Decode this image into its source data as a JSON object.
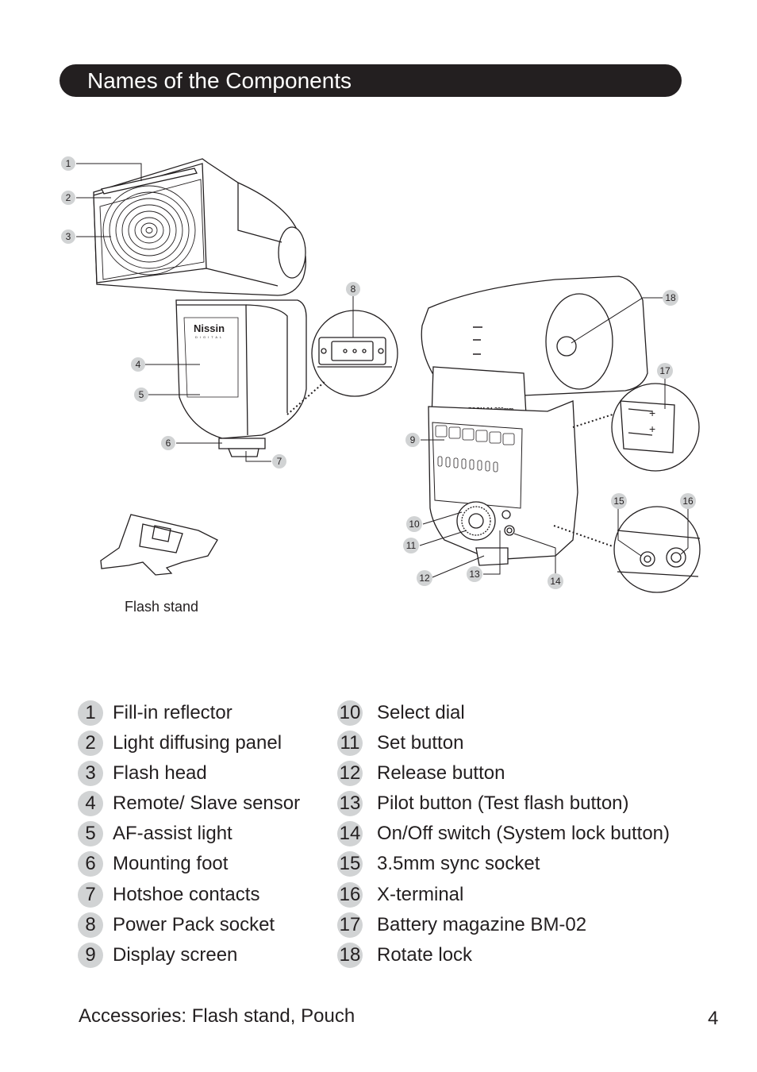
{
  "title": "Names of the Components",
  "diagram": {
    "brand_text": "Nissin",
    "brand_sub": "DIGITAL",
    "zoom_text": "ZOOM 24-200mm",
    "callouts": [
      "1",
      "2",
      "3",
      "4",
      "5",
      "6",
      "7",
      "8",
      "9",
      "10",
      "11",
      "12",
      "13",
      "14",
      "15",
      "16",
      "17",
      "18"
    ],
    "stand_label": "Flash stand"
  },
  "components_left": [
    {
      "num": "1",
      "label": "Fill-in reflector"
    },
    {
      "num": "2",
      "label": "Light diffusing panel"
    },
    {
      "num": "3",
      "label": "Flash head"
    },
    {
      "num": "4",
      "label": "Remote/ Slave sensor"
    },
    {
      "num": "5",
      "label": "AF-assist light"
    },
    {
      "num": "6",
      "label": "Mounting foot"
    },
    {
      "num": "7",
      "label": "Hotshoe contacts"
    },
    {
      "num": "8",
      "label": "Power Pack socket"
    },
    {
      "num": "9",
      "label": "Display screen"
    }
  ],
  "components_right": [
    {
      "num": "10",
      "label": "Select dial"
    },
    {
      "num": "11",
      "label": "Set button"
    },
    {
      "num": "12",
      "label": "Release button"
    },
    {
      "num": "13",
      "label": "Pilot button (Test flash button)"
    },
    {
      "num": "14",
      "label": "On/Off switch (System lock button)"
    },
    {
      "num": "15",
      "label": "3.5mm sync socket"
    },
    {
      "num": "16",
      "label": "X-terminal"
    },
    {
      "num": "17",
      "label": "Battery magazine BM-02"
    },
    {
      "num": "18",
      "label": "Rotate lock"
    }
  ],
  "accessories": "Accessories: Flash stand, Pouch",
  "page_number": "4"
}
